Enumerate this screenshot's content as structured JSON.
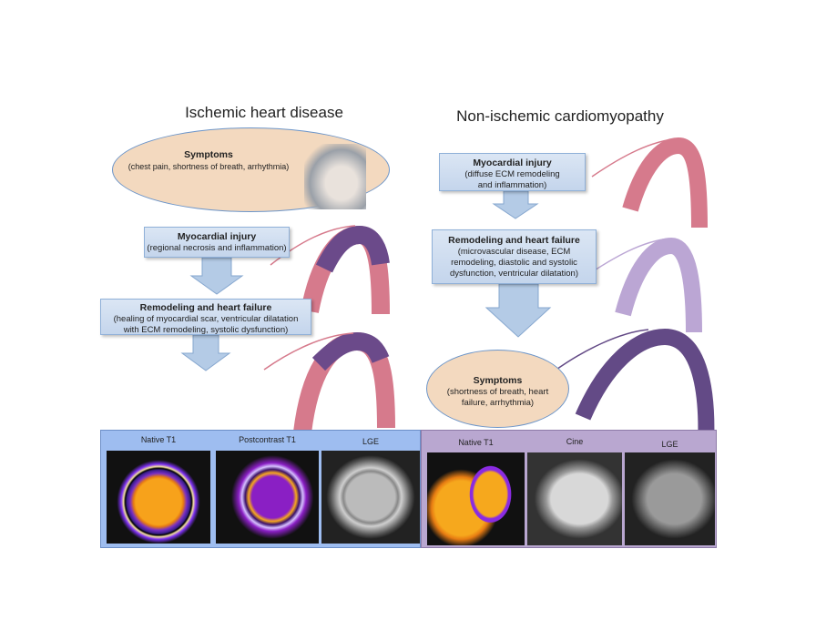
{
  "left": {
    "title": "Ischemic heart disease",
    "symptoms": {
      "heading": "Symptoms",
      "detail": "(chest pain, shortness of breath, arrhythmia)"
    },
    "injury": {
      "heading": "Myocardial injury",
      "detail": "(regional necrosis and inflammation)"
    },
    "remodeling": {
      "heading": "Remodeling and heart failure",
      "detail": "(healing of myocardial scar, ventricular dilatation with ECM remodeling, systolic dysfunction)"
    }
  },
  "right": {
    "title": "Non-ischemic cardiomyopathy",
    "injury": {
      "heading": "Myocardial injury",
      "detail": "(diffuse ECM remodeling and inflammation)"
    },
    "remodeling": {
      "heading": "Remodeling and heart failure",
      "detail": "(microvascular disease, ECM remodeling, diastolic and systolic dysfunction, ventricular dilatation)"
    },
    "symptoms": {
      "heading": "Symptoms",
      "detail": "(shortness of breath, heart failure, arrhythmia)"
    }
  },
  "imaging": {
    "left_labels": [
      "Native T1",
      "Postcontrast  T1",
      "LGE"
    ],
    "right_labels": [
      "Native T1",
      "Cine",
      "LGE"
    ]
  },
  "colors": {
    "healthy": "#d67a8c",
    "scar": "#6b4a8a",
    "lilac": "#bba6d4",
    "dark_purple": "#634a86",
    "box": "#c9d9ee",
    "ellipse": "#f3d9bf",
    "panel_left": "#9ebdf0",
    "panel_right": "#b9a7d0"
  }
}
